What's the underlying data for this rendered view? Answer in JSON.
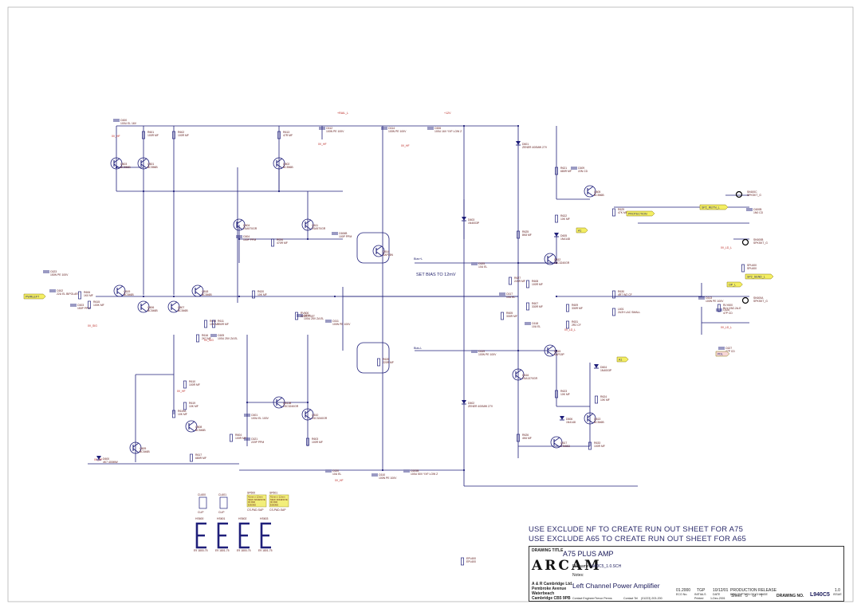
{
  "schematic": {
    "nets": {
      "input": "PWRLEFT",
      "plus_rail": "+RAIL_L",
      "plus_v": "+12V",
      "gnd_hf": "0V_HF",
      "gnd_sig": "0V_SIG",
      "gnd_ld": "0V_LD_L",
      "protection": "PROTECTION",
      "a1": "A1",
      "sp_rtn": "SP2_RETN_L",
      "op": "OP_L",
      "sp_send": "SP2_SEND_L",
      "pdl": "PDL",
      "bias_top": "Bias+L",
      "bias_bot": "Bias-L"
    },
    "notes": {
      "set_bias": "SET BIAS TO 12mV"
    },
    "parts": [
      {
        "ref": "C600",
        "val": "100U EL 16V"
      },
      {
        "ref": "R601",
        "val": "100R MF"
      },
      {
        "ref": "R602",
        "val": "100R MF"
      },
      {
        "ref": "Q601",
        "val": "BC556B"
      },
      {
        "ref": "Q603",
        "val": "BC556B"
      },
      {
        "ref": "R613",
        "val": "47R MF"
      },
      {
        "ref": "C612",
        "val": "100N PE 100V"
      },
      {
        "ref": "Q602",
        "val": "BC556B"
      },
      {
        "ref": "C614",
        "val": "100N PE 100V"
      },
      {
        "ref": "C606",
        "val": "100U 16V YXF LOW Z"
      },
      {
        "ref": "D601",
        "val": "ZENER 400MW 27V"
      },
      {
        "ref": "R621",
        "val": "680R MF"
      },
      {
        "ref": "C609",
        "val": "22N CD"
      },
      {
        "ref": "Q605",
        "val": "BC556B"
      },
      {
        "ref": "R629",
        "val": "47K MF"
      },
      {
        "ref": "Q604",
        "val": "2SA970GR"
      },
      {
        "ref": "Q611",
        "val": "2SA970GR"
      },
      {
        "ref": "C604",
        "val": "100P PPM"
      },
      {
        "ref": "R634",
        "val": "470R MF"
      },
      {
        "ref": "C606B",
        "val": "100P PPM"
      },
      {
        "ref": "D603",
        "val": "1N4003P"
      },
      {
        "ref": "R625",
        "val": "8K8 MF"
      },
      {
        "ref": "R622",
        "val": "10K MF"
      },
      {
        "ref": "D605",
        "val": "1N4148"
      },
      {
        "ref": "Q614",
        "val": "SAP15N"
      },
      {
        "ref": "Q612",
        "val": "2SC3240GR"
      },
      {
        "ref": "C623",
        "val": "150N PE 100V"
      },
      {
        "ref": "C602",
        "val": "22U EL BIPOLAR"
      },
      {
        "ref": "R606",
        "val": "1K0 MF"
      },
      {
        "ref": "C603",
        "val": "150P PPM"
      },
      {
        "ref": "R615",
        "val": "100K MF"
      },
      {
        "ref": "Q619",
        "val": "BC546B"
      },
      {
        "ref": "Q606",
        "val": "BC546B"
      },
      {
        "ref": "Q607",
        "val": "BC546B"
      },
      {
        "ref": "Q618",
        "val": "BC546B"
      },
      {
        "ref": "R618",
        "val": "10K MF"
      },
      {
        "ref": "R620",
        "val": "10K MF"
      },
      {
        "ref": "R611",
        "val": "150R MF"
      },
      {
        "ref": "R616",
        "val": "2K7 MF"
      },
      {
        "ref": "C605",
        "val": "100U 25V ZA EL"
      },
      {
        "ref": "C624",
        "val": "100U 25V ZA EL"
      },
      {
        "ref": "C611",
        "val": "100N PE 100V"
      },
      {
        "ref": "RV600",
        "val": "220R PSET"
      },
      {
        "ref": "C625",
        "val": "10U EL"
      },
      {
        "ref": "R627",
        "val": "220R MF"
      },
      {
        "ref": "R608",
        "val": "100R MF"
      },
      {
        "ref": "C617",
        "val": "10U EL"
      },
      {
        "ref": "R605",
        "val": "330R MF"
      },
      {
        "ref": "R607",
        "val": "330R MF"
      },
      {
        "ref": "C618",
        "val": "10U EL"
      },
      {
        "ref": "R609",
        "val": "330R MF"
      },
      {
        "ref": "R630",
        "val": "4R7 W2 CF"
      },
      {
        "ref": "L601",
        "val": "2U2H LAC SMALL"
      },
      {
        "ref": "R631",
        "val": "2R2 CF"
      },
      {
        "ref": "C619",
        "val": "100N PE 100V"
      },
      {
        "ref": "R628",
        "val": "220R MF"
      },
      {
        "ref": "Q615",
        "val": "SAP15P"
      },
      {
        "ref": "Q616",
        "val": "2SA1370GR"
      },
      {
        "ref": "R626",
        "val": "4K6 MF"
      },
      {
        "ref": "D602",
        "val": "ZENER 400MW 27V"
      },
      {
        "ref": "D604",
        "val": "1N4003P"
      },
      {
        "ref": "R623",
        "val": "10K MF"
      },
      {
        "ref": "R624",
        "val": "10K MF"
      },
      {
        "ref": "D606",
        "val": "1N4148"
      },
      {
        "ref": "Q613",
        "val": "BC546B"
      },
      {
        "ref": "Q617",
        "val": "ZTA553"
      },
      {
        "ref": "R633",
        "val": "100R MF"
      },
      {
        "ref": "R610",
        "val": "100R MF"
      },
      {
        "ref": "R619",
        "val": "10K MF"
      },
      {
        "ref": "R619A",
        "val": "10K MF"
      },
      {
        "ref": "Q608",
        "val": "BC546B"
      },
      {
        "ref": "Q609",
        "val": "BC546B"
      },
      {
        "ref": "R617",
        "val": "680R MF"
      },
      {
        "ref": "D600",
        "val": "4K7 400MW"
      },
      {
        "ref": "C601",
        "val": "100U EL 100V"
      },
      {
        "ref": "Q610",
        "val": "2SC3240GR"
      },
      {
        "ref": "Q611B",
        "val": "2SC3240GR"
      },
      {
        "ref": "C621",
        "val": "220P PPM"
      },
      {
        "ref": "R603",
        "val": "100R MF"
      },
      {
        "ref": "R604",
        "val": "100R MF"
      },
      {
        "ref": "C620",
        "val": "10U EL"
      },
      {
        "ref": "C610",
        "val": "100N PE 100V"
      },
      {
        "ref": "C605B",
        "val": "100U 50V YXF LOW Z"
      },
      {
        "ref": "C613",
        "val": "100N PE 100V"
      },
      {
        "ref": "RLY600",
        "val": "RLY G5Z-2A-E"
      },
      {
        "ref": "C626",
        "val": "47P CD"
      },
      {
        "ref": "C627",
        "val": "47P CD"
      },
      {
        "ref": "C600B",
        "val": "1N0 CD"
      },
      {
        "ref": "SK600A",
        "val": "SPKSKT_G"
      },
      {
        "ref": "SK600B",
        "val": "SPKSKT_G"
      },
      {
        "ref": "SK600C",
        "val": "SPKSKT_G"
      },
      {
        "ref": "SPL600",
        "val": "SPL600"
      },
      {
        "ref": "EPL600",
        "val": "EPL600"
      }
    ],
    "connectors": [
      {
        "ref": "HS600",
        "val": "E9 1800-75"
      },
      {
        "ref": "HS601",
        "val": "E9 1801-75"
      },
      {
        "ref": "HS602",
        "val": "E9 1800-75"
      },
      {
        "ref": "HS603",
        "val": "E9 1801-75"
      }
    ],
    "clips": [
      {
        "ref": "CL600",
        "val": "CLIP"
      },
      {
        "ref": "CL601",
        "val": "CLIP"
      }
    ],
    "pads": [
      {
        "ref": "SP600",
        "lines": [
          "41mm x 12mm",
          "SELF ADHESIVE",
          "ID PAD",
          "E0536D"
        ],
        "val": "CS-PAD-SAP"
      },
      {
        "ref": "SP601",
        "lines": [
          "41mm x 12mm",
          "SELF ADHESIVE",
          "ID PAD",
          "E0536D"
        ],
        "val": "CS-PAD-SAP"
      }
    ]
  },
  "notes": {
    "line1": "USE EXCLUDE NF TO CREATE RUN OUT SHEET FOR A75",
    "line2": "USE EXCLUDE A65 TO CREATE RUN OUT SHEET FOR A65"
  },
  "title_block": {
    "drawing_title_label": "DRAWING TITLE",
    "drawing_title": "A75 PLUS AMP",
    "logo": "ARCAM",
    "filename_label": "Filename:",
    "filename": "L940C5_1.0.SCH",
    "notes_label": "Notes:",
    "sheet_name": "Left Channel Power Amplifier",
    "company": [
      "A & R Cambridge Ltd.",
      "Pembroke Avenue",
      "Waterbeach",
      "Cambridge CB5 9PB"
    ],
    "issue_date": "01.2000",
    "issue_init": "TGP",
    "issue_ecn": "10/12/01",
    "issue_desc": "PRODUCTION RELEASE",
    "issue_no": "1.0",
    "col_ecn": "ECO No.",
    "col_init": "INITIALS",
    "col_date": "DATE",
    "col_desc": "DESCRIPTION OF CHANGE",
    "col_issue": "ISSUE",
    "eng_label": "Contact Engineer",
    "eng_name": "Trevor Perms",
    "contact_label": "Contact Tel",
    "contact_tel": "(01223) 203-200",
    "printed_label": "Printed",
    "printed": "1-Dec-2001",
    "sheet_label": "Sheet",
    "sheet_no": "5",
    "of_label": "of",
    "sheet_total": "7",
    "dwg_label": "DRAWING NO.",
    "dwg_no": "L940C5"
  },
  "colors": {
    "wire": "#1f1f7a",
    "part": "#5a1414",
    "label_fill": "#f3ee62",
    "power": "#b8231e",
    "text": "#1f1f6a"
  }
}
